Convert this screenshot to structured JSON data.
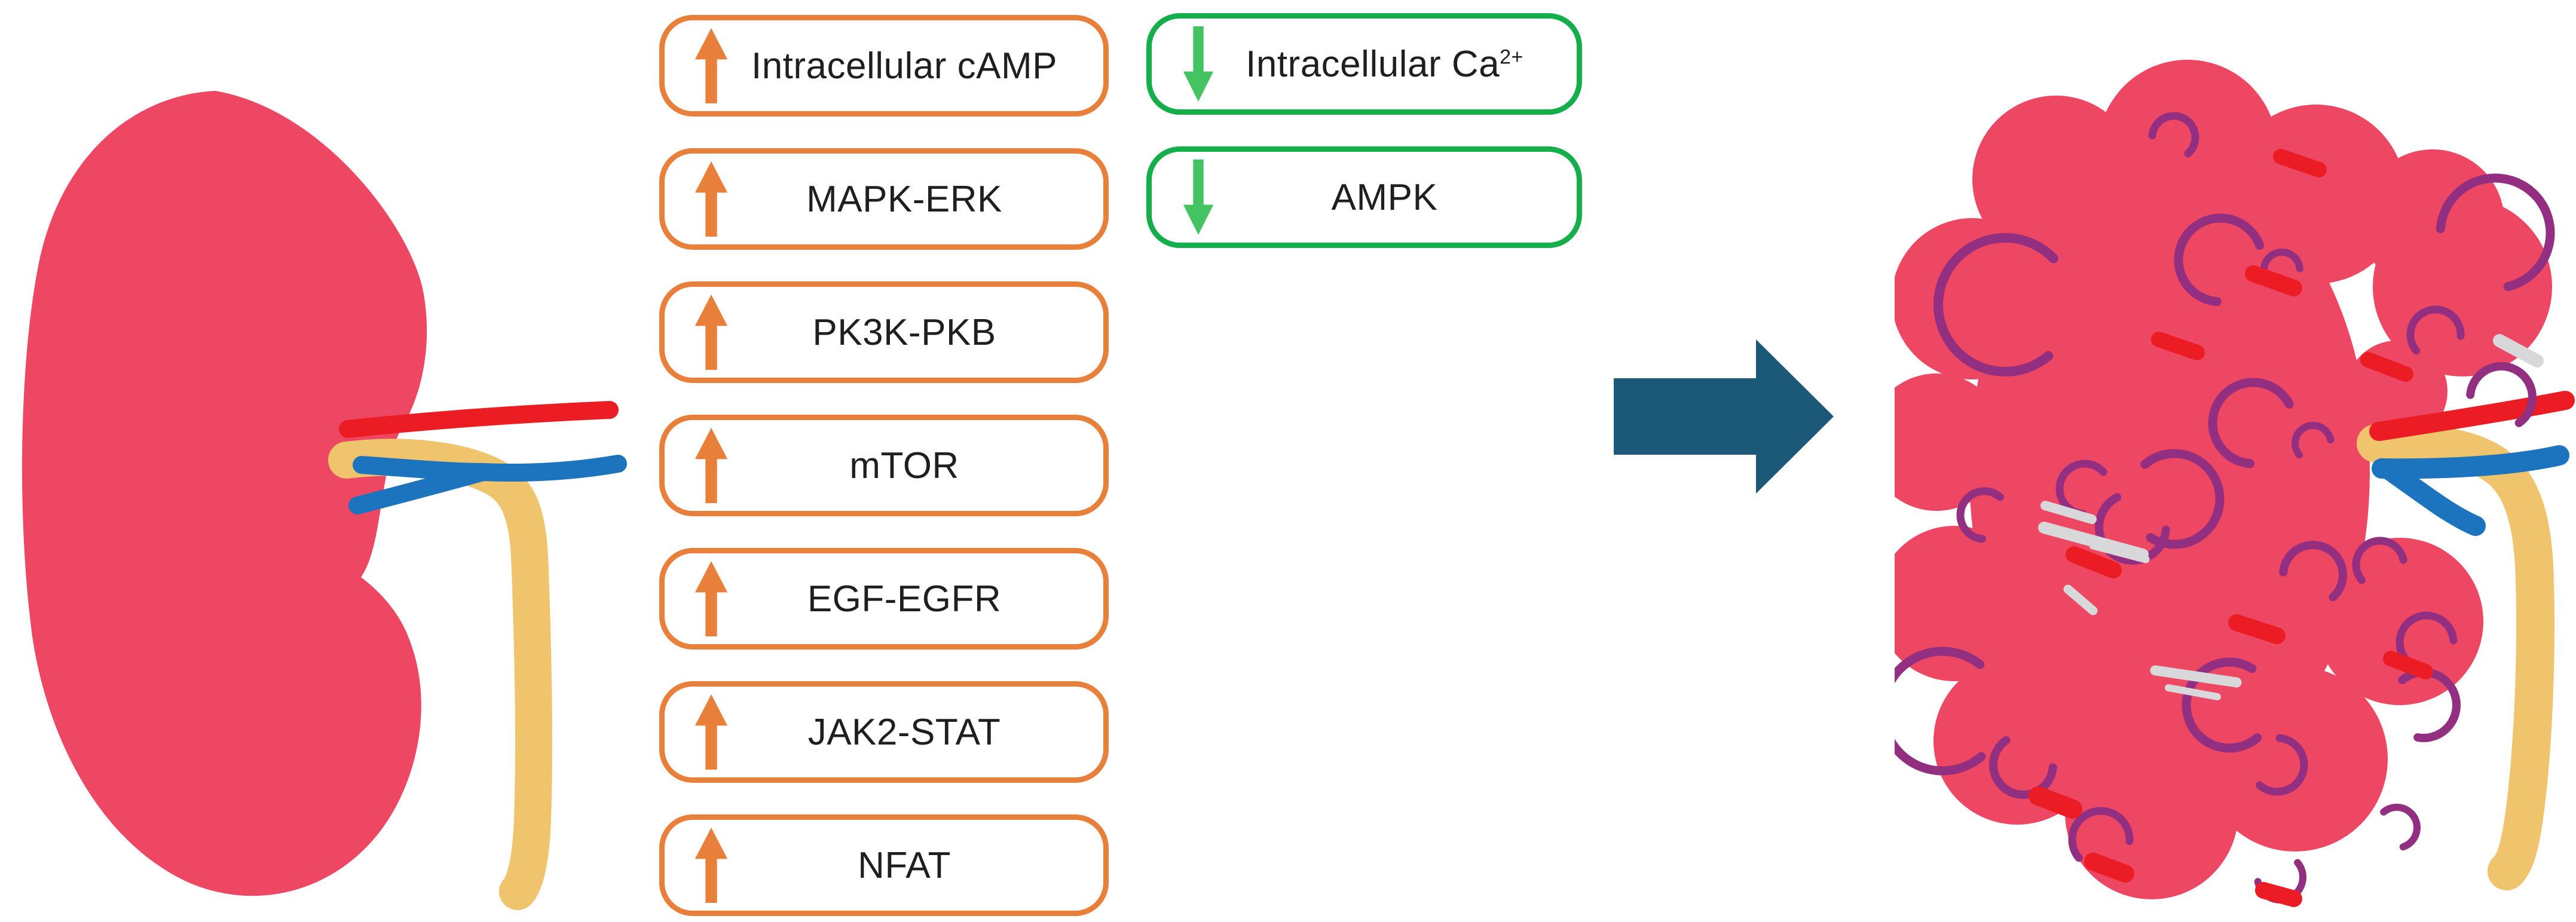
{
  "figure": {
    "left_illustration": "healthy-kidney",
    "right_illustration": "polycystic-kidney",
    "transition": "right-arrow"
  },
  "icons": {
    "up_arrow": "↑",
    "down_arrow": "↓",
    "transition_arrow": "→"
  },
  "pathways": {
    "upregulated": [
      {
        "label": "Intracellular cAMP",
        "direction": "up"
      },
      {
        "label": "MAPK-ERK",
        "direction": "up"
      },
      {
        "label": "PK3K-PKB",
        "direction": "up"
      },
      {
        "label": "mTOR",
        "direction": "up"
      },
      {
        "label": "EGF-EGFR",
        "direction": "up"
      },
      {
        "label": "JAK2-STAT",
        "direction": "up"
      },
      {
        "label": "NFAT",
        "direction": "up"
      }
    ],
    "downregulated": [
      {
        "label": "Intracellular Ca",
        "superscript": "2+",
        "direction": "down"
      },
      {
        "label": "AMPK",
        "direction": "down"
      }
    ]
  },
  "colors": {
    "kidney_pink": "#EE4763",
    "cyst_purple": "#932F80",
    "artery_red": "#EC1C24",
    "vein_blue": "#1B74BD",
    "ureter_yellow": "#EFC46C",
    "box_orange": "#E87F3B",
    "box_green": "#14AE4B",
    "arrow_green": "#43C361",
    "transition_arrow": "#1C5877",
    "label_text": "#1F1F1F",
    "cyst_gray": "#D8D8DB",
    "background": "#FFFFFF"
  }
}
